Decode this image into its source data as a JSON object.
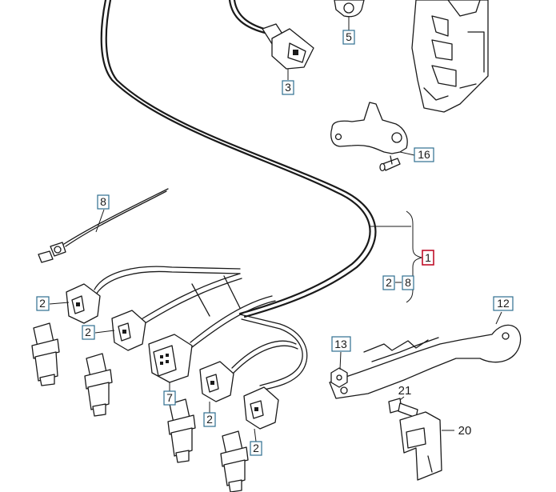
{
  "callouts": {
    "c1": "1",
    "c2a": "2",
    "c2b": "2",
    "c2c": "2",
    "c2d": "2",
    "c2range_from": "2",
    "c2range_to": "8",
    "c3": "3",
    "c5": "5",
    "c7": "7",
    "c8": "8",
    "c12": "12",
    "c13": "13",
    "c16": "16",
    "c20": "20",
    "c21": "21"
  },
  "colors": {
    "callout_border": "#2f6f8f",
    "highlight_border": "#c0102a",
    "line": "#1a1a1a"
  }
}
